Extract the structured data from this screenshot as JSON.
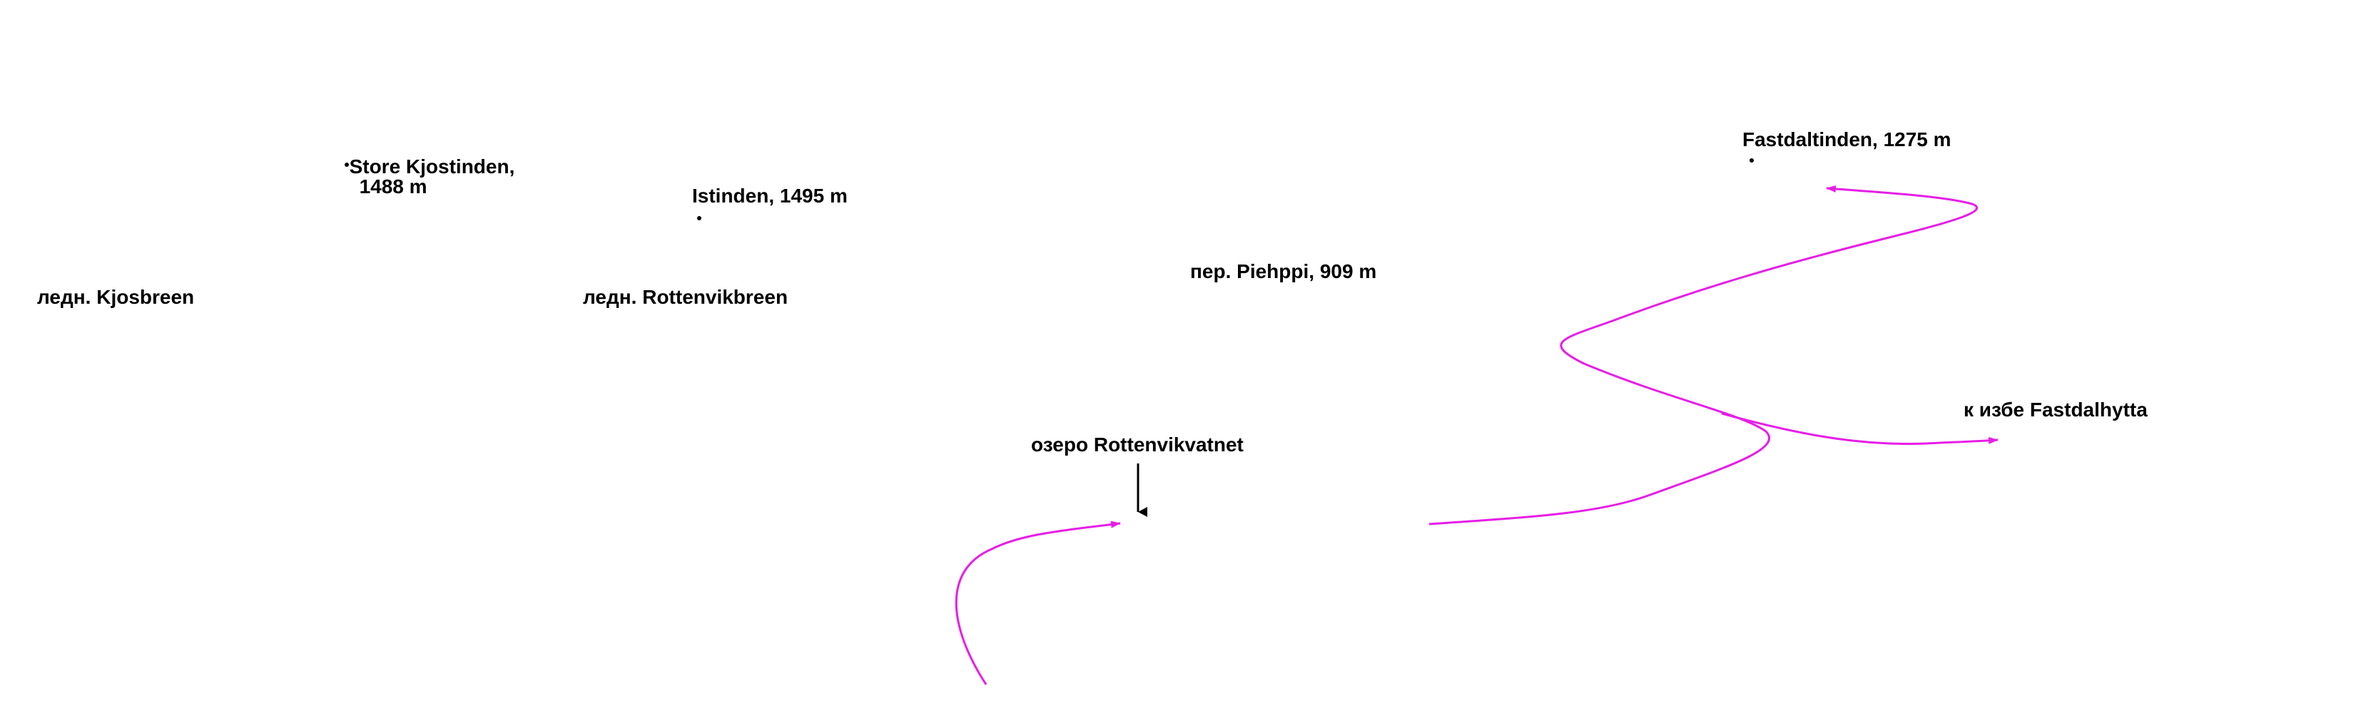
{
  "labels": {
    "store_kjostinden_name": "Store Kjostinden,",
    "store_kjostinden_elev": "1488 m",
    "istinden": "Istinden, 1495 m",
    "fastdaltinden": "Fastdaltinden, 1275 m",
    "piehppi_pass": "пер. Piehppi, 909 m",
    "kjosbreen_glacier": "ледн. Kjosbreen",
    "rottenvikbreen_glacier": "ледн. Rottenvikbreen",
    "rottenvikvatnet_lake": "озеро Rottenvikvatnet",
    "fastdalhytta_hut": "к избе Fastdalhytta"
  },
  "colors": {
    "route": "#e61ee6",
    "text": "#000000",
    "background": "#ffffff"
  }
}
